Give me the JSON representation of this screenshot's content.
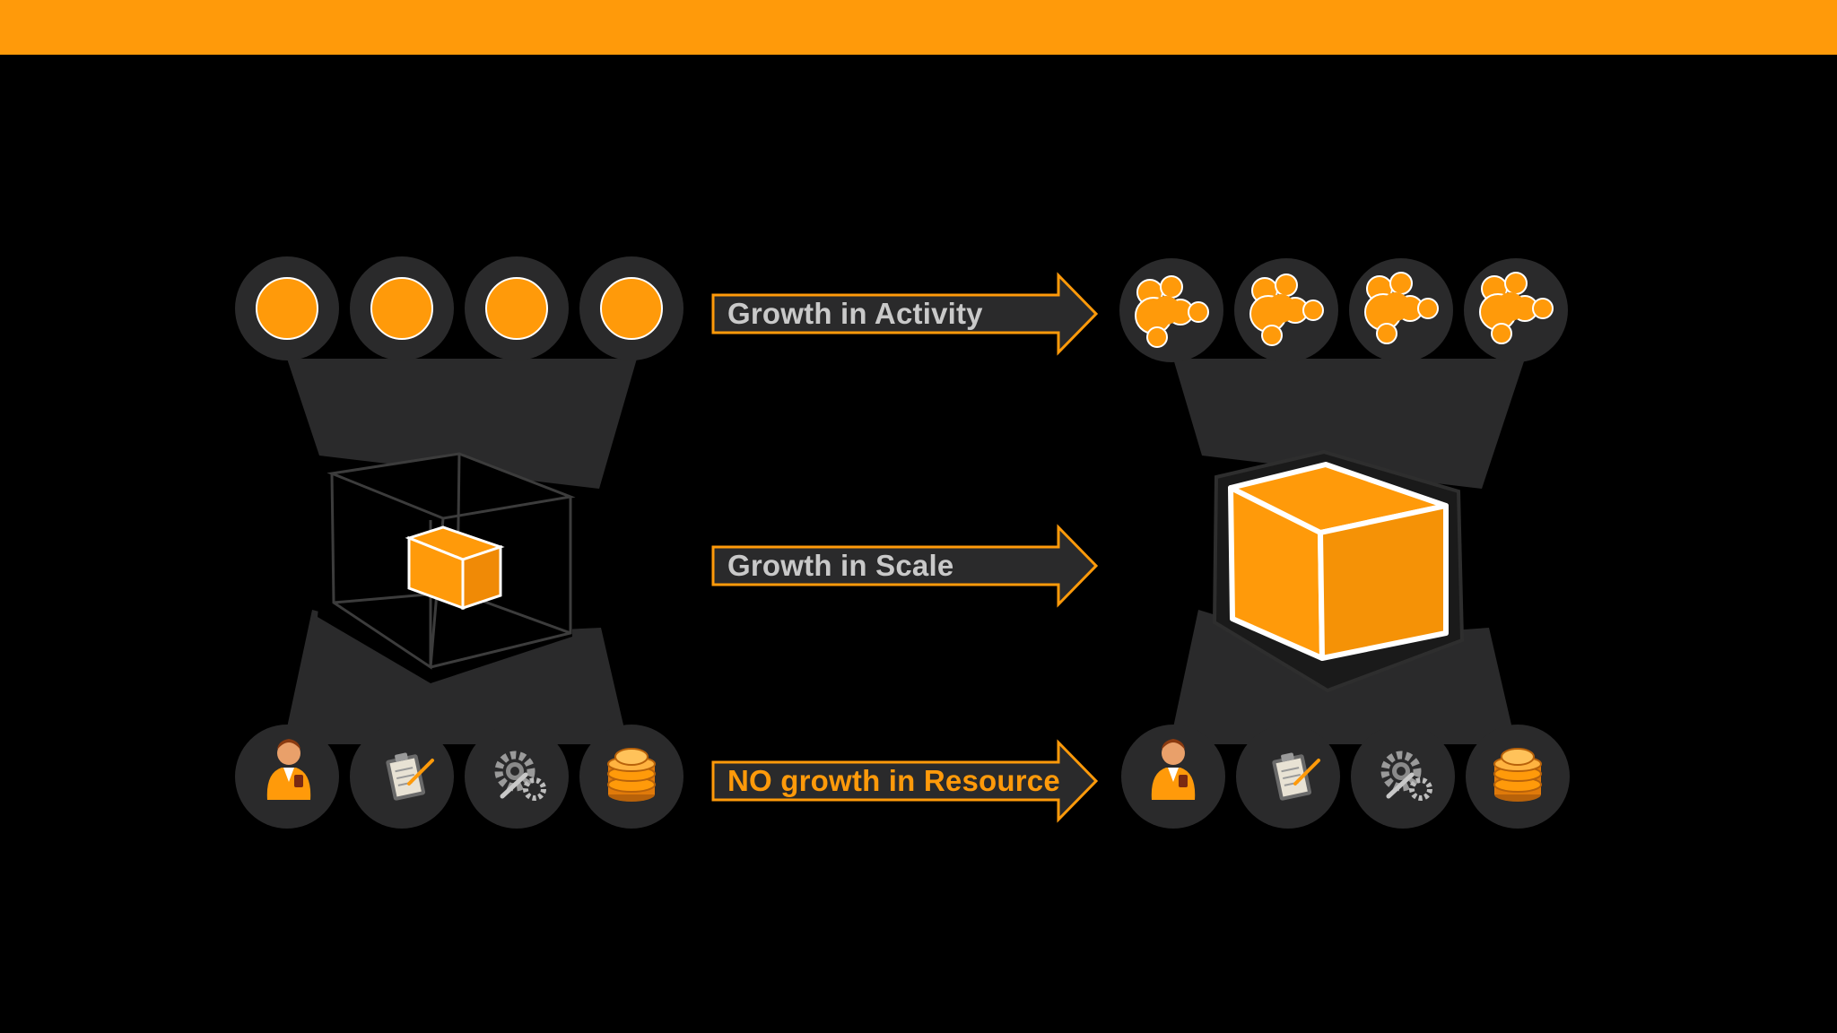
{
  "colors": {
    "accent": "#ff9a0a",
    "panel": "#2a2a2b",
    "background": "#000000",
    "label_grey": "#c9c9c9"
  },
  "arrows": [
    {
      "label": "Growth in Activity",
      "text_color": "grey"
    },
    {
      "label": "Growth in Scale",
      "text_color": "grey"
    },
    {
      "label": "NO growth in Resource",
      "text_color": "orange"
    }
  ],
  "left_panel": {
    "activity_icons": [
      "circle-icon",
      "circle-icon",
      "circle-icon",
      "circle-icon"
    ],
    "scale_icon": "small-cube-icon",
    "resource_icons": [
      "person-icon",
      "clipboard-icon",
      "gears-icon",
      "coins-icon"
    ]
  },
  "right_panel": {
    "activity_icons": [
      "bubble-cluster-icon",
      "bubble-cluster-icon",
      "bubble-cluster-icon",
      "bubble-cluster-icon"
    ],
    "scale_icon": "large-cube-icon",
    "resource_icons": [
      "person-icon",
      "clipboard-icon",
      "gears-icon",
      "coins-icon"
    ]
  }
}
